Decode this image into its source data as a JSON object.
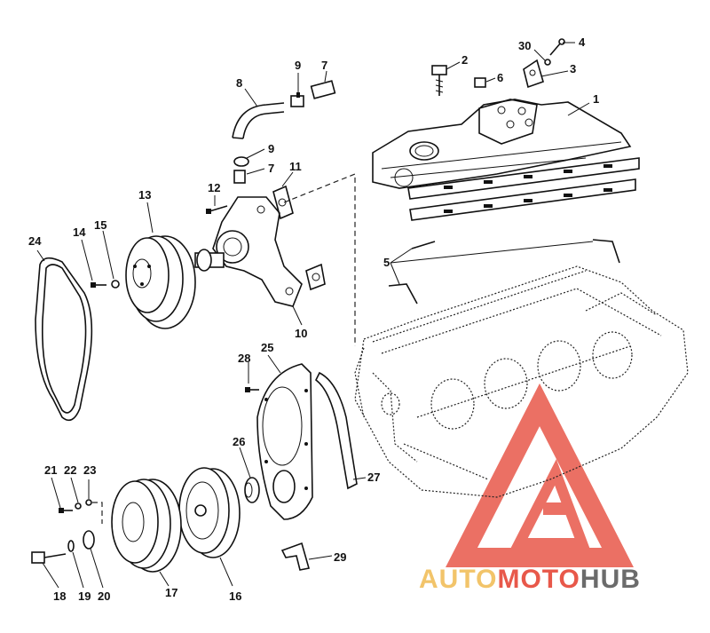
{
  "watermark": {
    "part1": "AUTO",
    "part2": "MOTO",
    "part3": "HUB",
    "colors": {
      "auto": "#f2c46a",
      "moto": "#e8584a",
      "hub": "#6b6b6b",
      "triangle": "#e8584a"
    }
  },
  "callouts": {
    "c1": "1",
    "c2": "2",
    "c3": "3",
    "c4": "4",
    "c5": "5",
    "c6": "6",
    "c7a": "7",
    "c7b": "7",
    "c8": "8",
    "c9a": "9",
    "c9b": "9",
    "c10": "10",
    "c11": "11",
    "c12": "12",
    "c13": "13",
    "c14": "14",
    "c15": "15",
    "c16": "16",
    "c17": "17",
    "c18": "18",
    "c19": "19",
    "c20": "20",
    "c21": "21",
    "c22": "22",
    "c23": "23",
    "c24": "24",
    "c25": "25",
    "c26": "26",
    "c27": "27",
    "c28": "28",
    "c29": "29",
    "c30": "30"
  }
}
